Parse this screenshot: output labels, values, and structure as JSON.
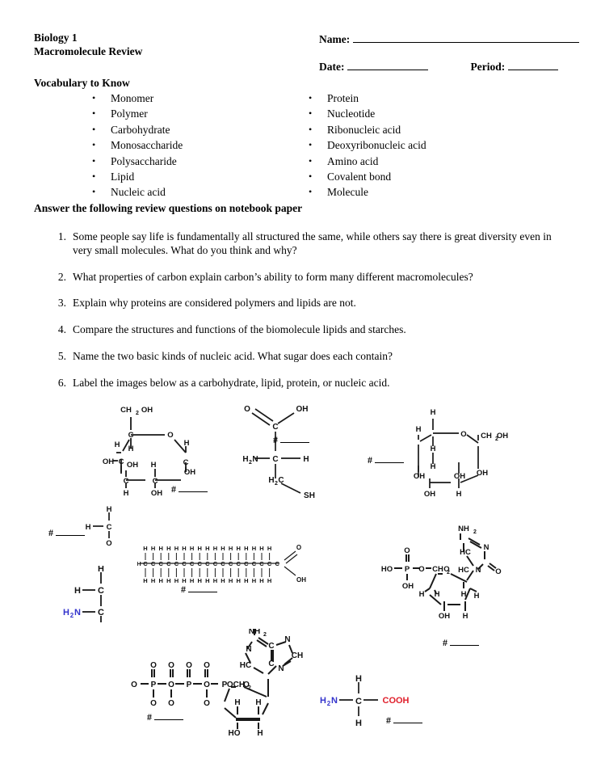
{
  "header": {
    "course": "Biology 1",
    "subtitle": "Macromolecule Review",
    "name_label": "Name:",
    "date_label": "Date:",
    "period_label": "Period:"
  },
  "vocabulary": {
    "title": "Vocabulary to Know",
    "column_left": [
      "Monomer",
      "Polymer",
      "Carbohydrate",
      "Monosaccharide",
      "Polysaccharide",
      "Lipid",
      "Nucleic acid"
    ],
    "column_right": [
      "Protein",
      "Nucleotide",
      "Ribonucleic acid",
      "Deoxyribonucleic acid",
      "Amino acid",
      "Covalent bond",
      "Molecule"
    ],
    "bullet": "•"
  },
  "questions": {
    "heading": "Answer the following review questions on notebook paper",
    "items": [
      {
        "number": "1.",
        "text": "Some people say life is fundamentally all structured the same, while others say there is great diversity even in very small molecules. What do you think and why?"
      },
      {
        "number": "2.",
        "text": "What properties of carbon explain carbon’s ability to form many different macromolecules?"
      },
      {
        "number": "3.",
        "text": "Explain why proteins are considered polymers and lipids are not."
      },
      {
        "number": "4.",
        "text": "Compare the structures and functions of the biomolecule lipids and starches."
      },
      {
        "number": "5.",
        "text": "Name the two basic kinds of nucleic acid.  What sugar does each contain?"
      },
      {
        "number": "6.",
        "text": "Label the images below as a carbohydrate, lipid, protein, or nucleic acid."
      }
    ]
  },
  "figures": {
    "answer_blank_marker": "#",
    "glucose_ring": {
      "name": "glucose-ring-structure",
      "atoms": [
        "CH",
        "2",
        "OH",
        "C",
        "O",
        "H",
        "H",
        "H",
        "C",
        "C",
        "OH",
        "OH",
        "OH",
        "H",
        "C",
        "C",
        "OH",
        "H",
        "OH",
        "H"
      ]
    },
    "cysteine": {
      "name": "cysteine-amino-acid-structure",
      "atoms": [
        "O",
        "C",
        "OH",
        "H",
        "N",
        "C",
        "H",
        "H",
        "C",
        "SH"
      ],
      "labels": {
        "amine": "H",
        "amine_sub": "2",
        "amine_n": "N",
        "ch2": "H",
        "ch2_sub": "2",
        "ch2_c": "C",
        "thiol": "SH",
        "carboxyl_oh": "OH",
        "carbonyl_o": "O"
      }
    },
    "sugar_ring_right": {
      "name": "sugar-ring-structure-right",
      "atoms": [
        "H",
        "O",
        "CH",
        "2",
        "OH",
        "H",
        "H",
        "H",
        "OH",
        "OH",
        "OH",
        "OH",
        "H"
      ]
    },
    "formaldehyde": {
      "name": "formaldehyde-structure",
      "atoms": [
        "H",
        "H",
        "C",
        "O"
      ]
    },
    "fatty_acid": {
      "name": "fatty-acid-chain-structure",
      "top_h_count": 17,
      "bottom_h_count": 17,
      "carbon_count": 18,
      "atom_h": "H",
      "atom_c": "C",
      "carbonyl_o": "O",
      "hydroxyl_oh": "OH"
    },
    "amino_acid_left": {
      "name": "amino-acid-left-structure",
      "atoms": [
        "H",
        "H",
        "C",
        "C"
      ],
      "amine": "H",
      "amine_sub": "2",
      "amine_n": "N",
      "amine_color": "#3333cc"
    },
    "cytidine_nucleotide": {
      "name": "cytidine-monophosphate-structure",
      "atoms": [
        "HO",
        "P",
        "O",
        "OH",
        "O",
        "CH",
        "2",
        "NH",
        "2",
        "HC",
        "HC",
        "N",
        "C",
        "C",
        "O",
        "N",
        "H",
        "H",
        "C",
        "C",
        "H",
        "H",
        "OH",
        "H",
        "O"
      ]
    },
    "atp": {
      "name": "atp-structure",
      "atoms": [
        "O",
        "P",
        "O",
        "O",
        "P",
        "O",
        "O",
        "P",
        "OCH",
        "2",
        "O",
        "N",
        "C",
        "HC",
        "N",
        "C",
        "C",
        "N",
        "CH",
        "N",
        "NH",
        "2",
        "H",
        "H",
        "H",
        "H",
        "HO",
        "H"
      ]
    },
    "glycine": {
      "name": "glycine-structure",
      "amine": "H",
      "amine_sub": "2",
      "amine_n": "N",
      "center": "C",
      "top_h": "H",
      "bottom_h": "H",
      "carboxyl": "COOH",
      "amine_color": "#3333cc",
      "carboxyl_color": "#e0202c"
    }
  }
}
